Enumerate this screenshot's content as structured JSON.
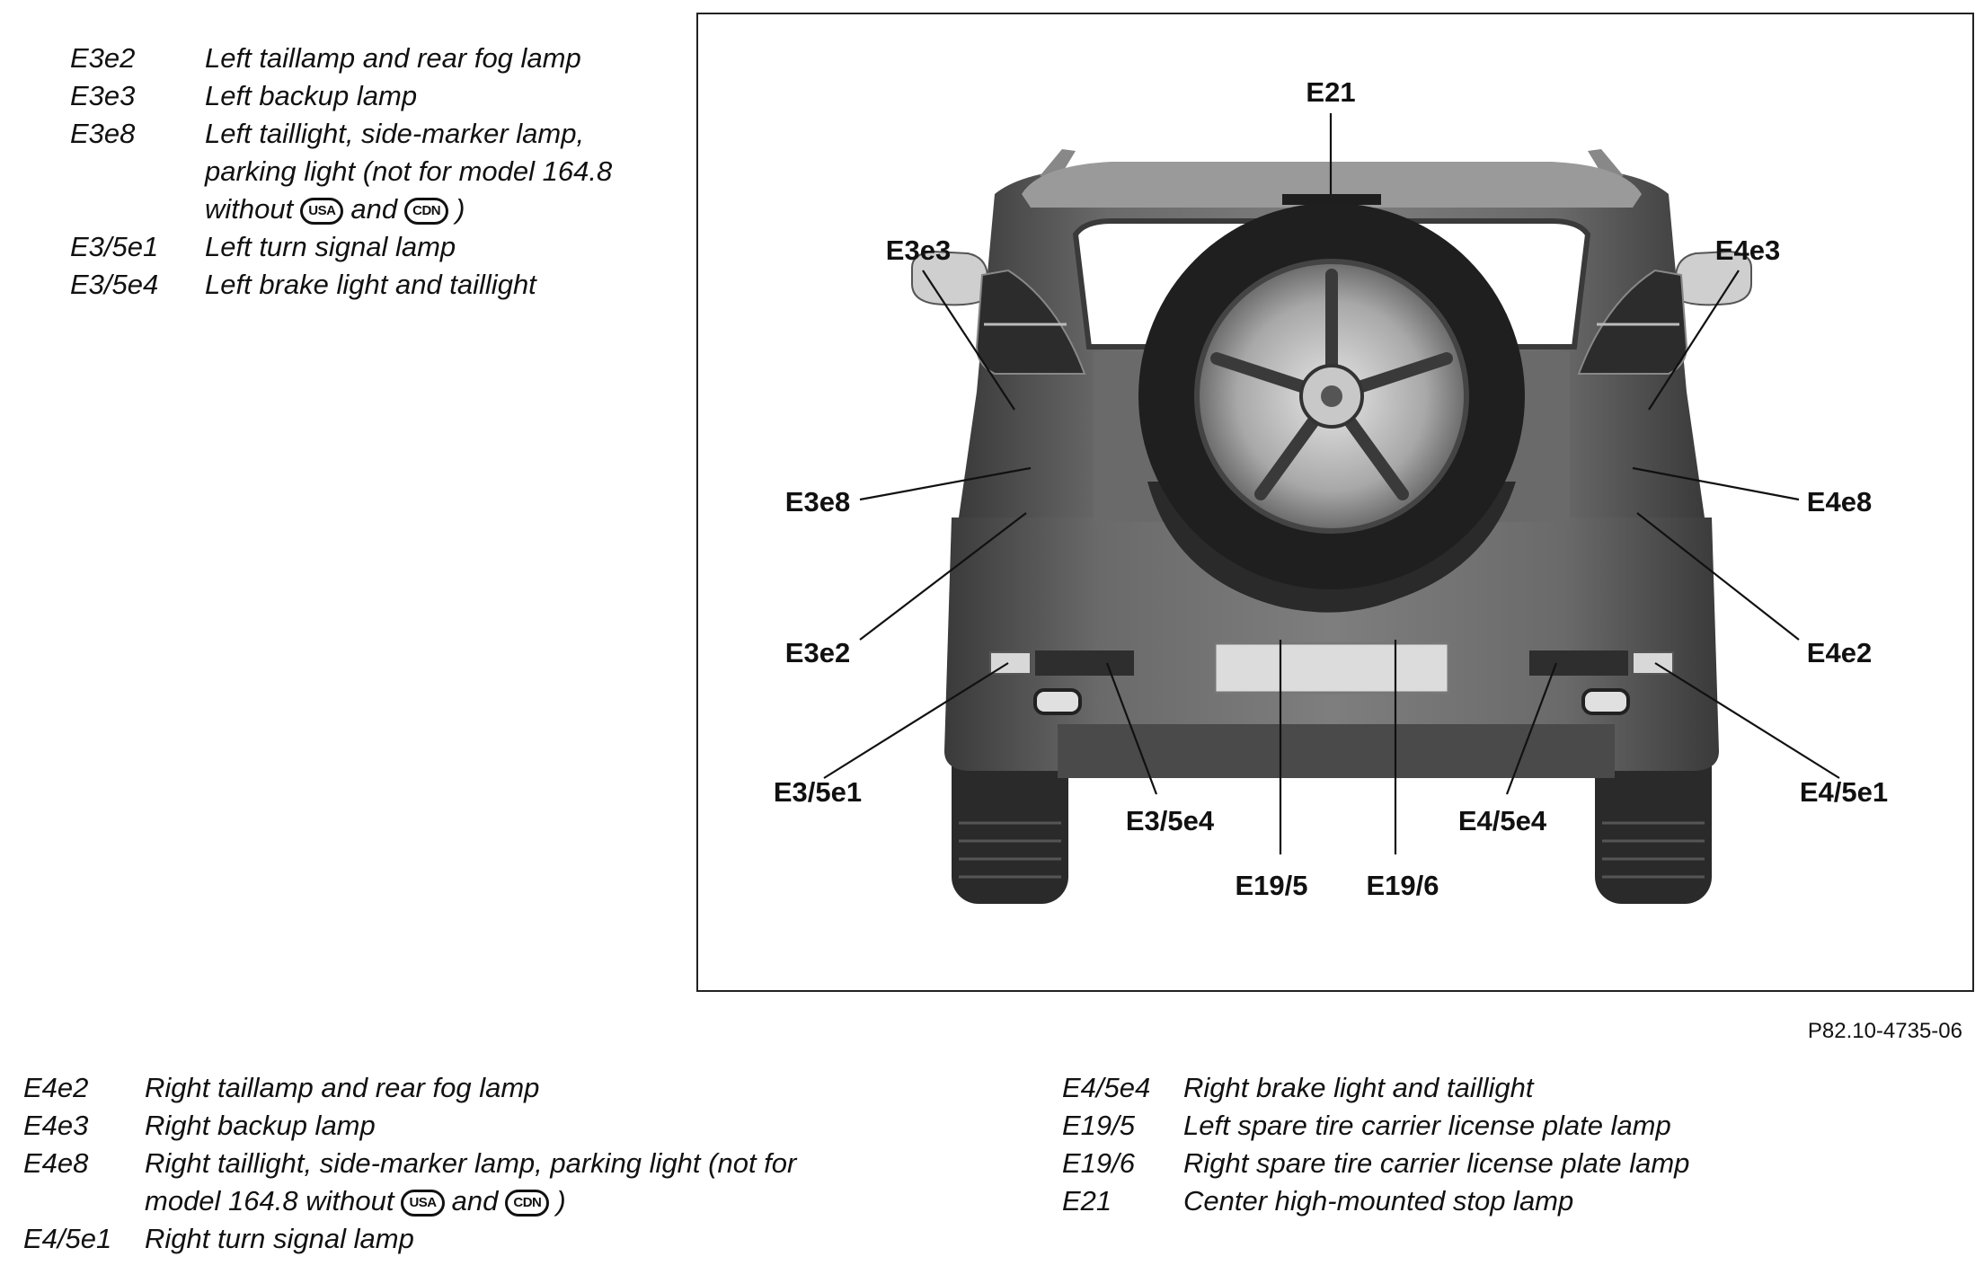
{
  "legend_top": [
    {
      "code": "E3e2",
      "desc": "Left taillamp and rear fog lamp"
    },
    {
      "code": "E3e3",
      "desc": "Left backup lamp"
    },
    {
      "code": "E3e8",
      "desc": "Left taillight, side-marker lamp,"
    },
    {
      "code": "",
      "desc": "parking light (not for model 164.8"
    },
    {
      "code": "",
      "desc_before": "without",
      "badge1": "USA",
      "desc_mid": "and",
      "badge2": "CDN",
      "desc_after": ")"
    },
    {
      "code": "E3/5e1",
      "desc": "Left turn signal lamp"
    },
    {
      "code": "E3/5e4",
      "desc": "Left brake light and taillight"
    }
  ],
  "legend_bottom_left": [
    {
      "code": "E4e2",
      "desc": "Right taillamp and rear fog lamp"
    },
    {
      "code": "E4e3",
      "desc": "Right backup lamp"
    },
    {
      "code": "E4e8",
      "desc": "Right taillight, side-marker lamp, parking light (not for"
    },
    {
      "code": "",
      "desc_before": "model 164.8 without",
      "badge1": "USA",
      "desc_mid": "and",
      "badge2": "CDN",
      "desc_after": ")"
    },
    {
      "code": "E4/5e1",
      "desc": "Right turn signal lamp"
    }
  ],
  "legend_bottom_right": [
    {
      "code": "E4/5e4",
      "desc": "Right brake light and taillight"
    },
    {
      "code": "E19/5",
      "desc": "Left spare tire carrier license plate lamp"
    },
    {
      "code": "E19/6",
      "desc": "Right spare tire carrier license plate lamp"
    },
    {
      "code": "E21",
      "desc": "Center high-mounted stop lamp"
    }
  ],
  "callouts": {
    "e21": "E21",
    "e3e3": "E3e3",
    "e4e3": "E4e3",
    "e3e8": "E3e8",
    "e4e8": "E4e8",
    "e3e2": "E3e2",
    "e4e2": "E4e2",
    "e35e1": "E3/5e1",
    "e45e1": "E4/5e1",
    "e35e4": "E3/5e4",
    "e45e4": "E4/5e4",
    "e195": "E19/5",
    "e196": "E19/6"
  },
  "figure_ref": "P82.10-4735-06"
}
